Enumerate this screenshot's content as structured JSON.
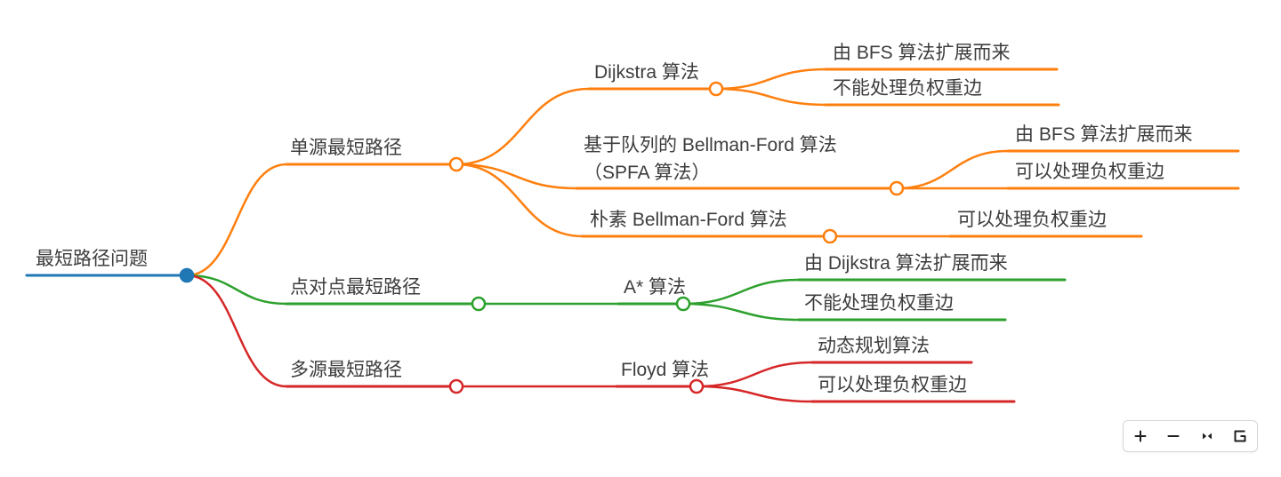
{
  "colors": {
    "blue": "#1f77b4",
    "orange": "#ff7f0e",
    "green": "#2ca02c",
    "red": "#d62728",
    "text": "#3d3d3f",
    "icon": "#1f1f1f"
  },
  "mindmap": {
    "root": {
      "label": "最短路径问题"
    },
    "branches": [
      {
        "label": "单源最短路径",
        "children": [
          {
            "label": "Dijkstra 算法",
            "children": [
              {
                "label": "由 BFS 算法扩展而来"
              },
              {
                "label": "不能处理负权重边"
              }
            ]
          },
          {
            "label": "基于队列的 Bellman-Ford 算法（SPFA 算法）",
            "label_lines": [
              "基于队列的 Bellman-Ford 算法",
              "（SPFA 算法）"
            ],
            "children": [
              {
                "label": "由 BFS 算法扩展而来"
              },
              {
                "label": "可以处理负权重边"
              }
            ]
          },
          {
            "label": "朴素 Bellman-Ford 算法",
            "children": [
              {
                "label": "可以处理负权重边"
              }
            ]
          }
        ]
      },
      {
        "label": "点对点最短路径",
        "children": [
          {
            "label": "A* 算法",
            "children": [
              {
                "label": "由 Dijkstra 算法扩展而来"
              },
              {
                "label": "不能处理负权重边"
              }
            ]
          }
        ]
      },
      {
        "label": "多源最短路径",
        "children": [
          {
            "label": "Floyd 算法",
            "children": [
              {
                "label": "动态规划算法"
              },
              {
                "label": "可以处理负权重边"
              }
            ]
          }
        ]
      }
    ]
  },
  "toolbar": {
    "buttons": [
      {
        "name": "zoom-in",
        "icon": "plus-icon"
      },
      {
        "name": "zoom-out",
        "icon": "minus-icon"
      },
      {
        "name": "fit-view",
        "icon": "fit-icon"
      },
      {
        "name": "markmap-brand",
        "icon": "markmap-logo-icon"
      }
    ]
  }
}
